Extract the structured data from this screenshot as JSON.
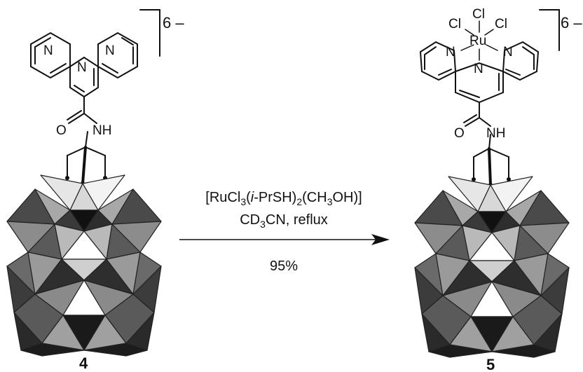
{
  "reaction": {
    "reactant_label": "4",
    "product_label": "5",
    "charge": "6 –",
    "conditions": {
      "reagent_parts": [
        "[RuCl",
        "3",
        "(",
        "i",
        "-PrSH)",
        "2",
        "(CH",
        "3",
        "OH)]"
      ],
      "solvent_parts": [
        "CD",
        "3",
        "CN, reflux"
      ],
      "yield": "95%"
    }
  },
  "atoms": {
    "nitrogen": "N",
    "oxygen": "O",
    "amide_nh": "NH",
    "ruthenium": "Ru",
    "chlorine": "Cl"
  },
  "colors": {
    "dark": "#2a2a2a",
    "mid": "#7d7d7d",
    "light": "#c4c4c4",
    "black": "#0c0c0c"
  }
}
